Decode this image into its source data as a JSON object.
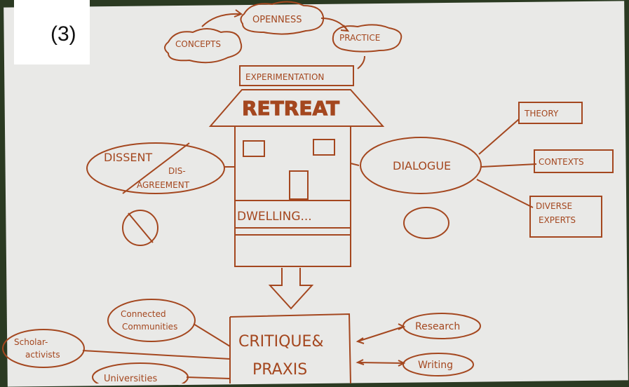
{
  "figure_label": "(3)",
  "top_cycle": {
    "concepts": "CONCEPTS",
    "openness": "OPENNESS",
    "practice": "PRACTICE"
  },
  "house": {
    "experimentation": "EXPERIMENTATION",
    "retreat": "RETREAT",
    "dwelling": "DWELLING..."
  },
  "left_node": {
    "dissent": "DISSENT",
    "dis": "DIS-",
    "agreement": "AGREEMENT"
  },
  "right_node": {
    "dialogue": "DIALOGUE",
    "theory": "THEORY",
    "contexts": "CONTEXTS",
    "diverse": "DIVERSE",
    "experts": "EXPERTS"
  },
  "bottom": {
    "critique": "CRITIQUE&",
    "praxis": "PRAXIS",
    "connected_1": "Connected",
    "connected_2": "Communities",
    "scholar_1": "Scholar-",
    "scholar_2": "activists",
    "universities": "Universities",
    "research": "Research",
    "writing": "Writing"
  },
  "colors": {
    "ink": "#a4471f",
    "paper": "#e9e9e7",
    "background": "#2b3a22"
  }
}
